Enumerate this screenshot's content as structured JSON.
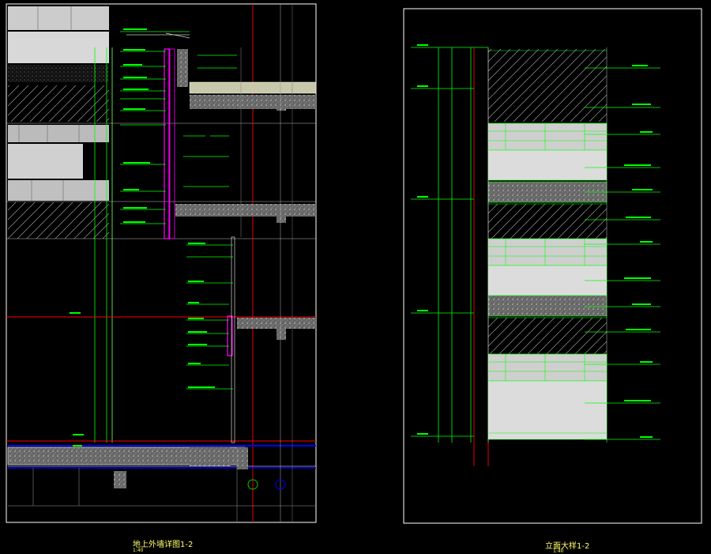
{
  "left_drawing": {
    "title": "地上外墙详图1-2",
    "scale": "1:40"
  },
  "right_drawing": {
    "title": "立面大样1-2",
    "scale": "1:40"
  },
  "colors": {
    "background": "#000000",
    "frame": "#ffffff",
    "dimension": "#00ff00",
    "axis": "#ff0000",
    "wall": "#cccccc",
    "mullion": "#ff00ff",
    "title": "#ffff66",
    "slab_line": "#0000ff"
  },
  "icons": [
    "axis-bubble-icon"
  ]
}
